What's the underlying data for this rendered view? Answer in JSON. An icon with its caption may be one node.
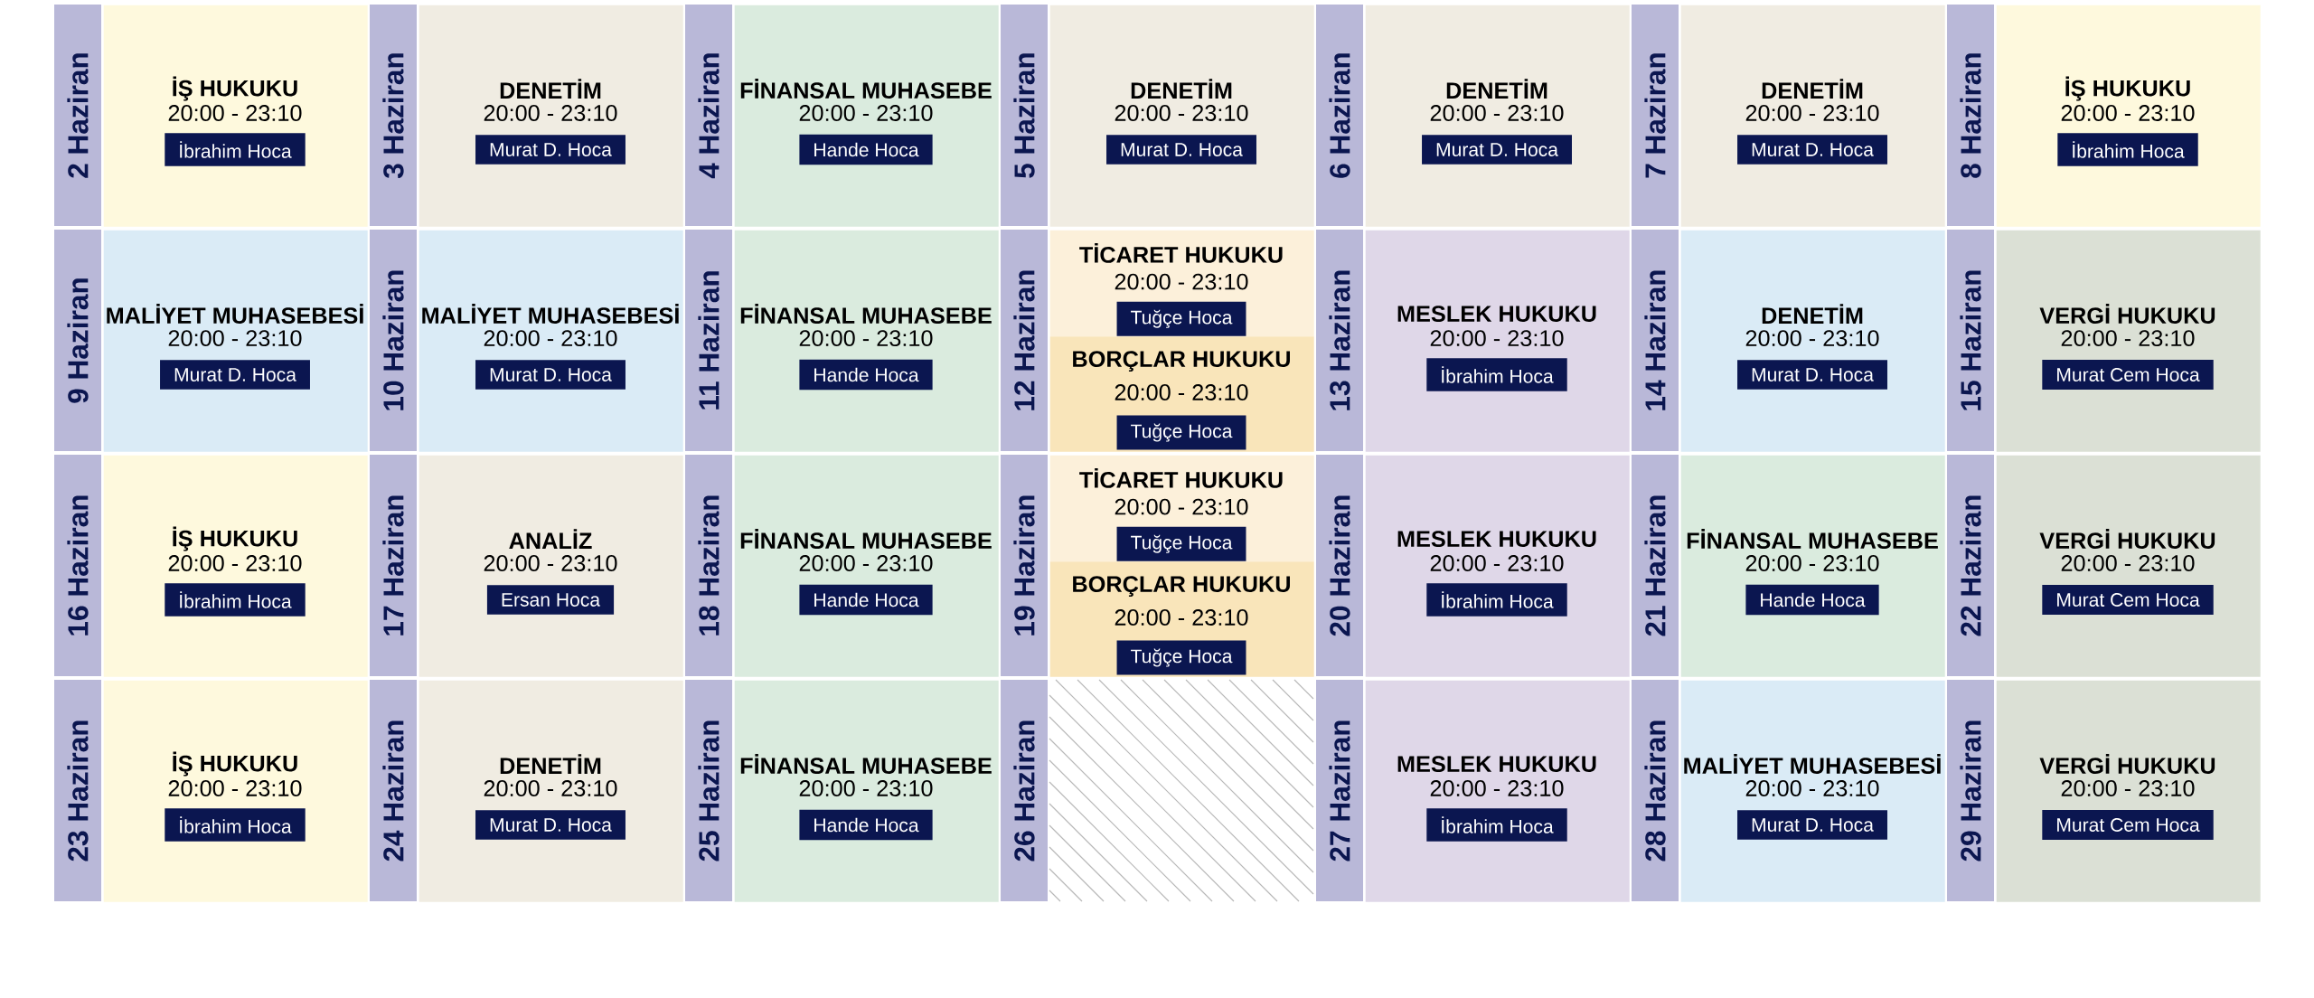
{
  "diagram": {
    "nodes": [
      {
        "text": [
          "2 Haziran"
        ]
      },
      {
        "text": [
          "İŞ HUKUKU",
          "20:00 - 23:10"
        ]
      },
      {
        "text": [
          "İbrahim Hoca"
        ],
        "in": 1
      },
      {
        "text": [
          "3 Haziran"
        ]
      },
      {
        "text": [
          "DENETİM",
          "20:00 - 23:10"
        ]
      },
      {
        "text": [
          "Murat D. Hoca"
        ],
        "in": 4
      },
      {
        "text": [
          "4 Haziran"
        ]
      },
      {
        "text": [
          "FİNANSAL MUHASEBE",
          "20:00 - 23:10"
        ]
      },
      {
        "text": [
          "Hande Hoca"
        ],
        "in": 7
      },
      {
        "text": [
          "5 Haziran"
        ]
      },
      {
        "text": [
          "DENETİM",
          "20:00 - 23:10"
        ]
      },
      {
        "text": [
          "Murat D. Hoca"
        ],
        "in": 10
      },
      {
        "text": [
          "6 Haziran"
        ]
      },
      {
        "text": [
          "DENETİM",
          "20:00 - 23:10"
        ]
      },
      {
        "text": [
          "Murat D. Hoca"
        ],
        "in": 13
      },
      {
        "text": [
          "7 Haziran"
        ]
      },
      {
        "text": [
          "DENETİM",
          "20:00 - 23:10"
        ]
      },
      {
        "text": [
          "Murat D. Hoca"
        ],
        "in": 16
      },
      {
        "text": [
          "8 Haziran"
        ]
      },
      {
        "text": [
          "İŞ HUKUKU",
          "20:00 - 23:10"
        ]
      },
      {
        "text": [
          "İbrahim Hoca"
        ],
        "in": 19
      },
      {
        "text": [
          "9 Haziran"
        ]
      },
      {
        "text": [
          "MALİYET MUHASEBESİ",
          "20:00 - 23:10"
        ]
      },
      {
        "text": [
          "Murat D. Hoca"
        ],
        "in": 22
      },
      {
        "text": [
          "10 Haziran"
        ]
      },
      {
        "text": [
          "MALİYET MUHASEBESİ",
          "20:00 - 23:10"
        ]
      },
      {
        "text": [
          "Murat D. Hoca"
        ],
        "in": 25
      },
      {
        "text": [
          "11 Haziran"
        ]
      },
      {
        "text": [
          "FİNANSAL MUHASEBE",
          "20:00 - 23:10"
        ]
      },
      {
        "text": [
          "Hande Hoca"
        ],
        "in": 28
      },
      {
        "text": [
          "12 Haziran"
        ]
      },
      {
        "text": [
          "TİCARET HUKUKU",
          "20:00 - 23:10"
        ]
      },
      {
        "text": [
          "Tuğçe Hoca"
        ],
        "in": 31
      },
      {
        "text": [
          "BORÇLAR HUKUKU",
          "20:00 - 23:10"
        ]
      },
      {
        "text": [
          "Tuğçe Hoca"
        ],
        "in": 33
      },
      {
        "text": [
          "13 Haziran"
        ]
      },
      {
        "text": [
          "MESLEK HUKUKU",
          "20:00 - 23:10"
        ]
      },
      {
        "text": [
          "İbrahim Hoca"
        ],
        "in": 36
      },
      {
        "text": [
          "14 Haziran"
        ]
      },
      {
        "text": [
          "DENETİM",
          "20:00 - 23:10"
        ]
      },
      {
        "text": [
          "Murat D. Hoca"
        ],
        "in": 39
      },
      {
        "text": [
          "15 Haziran"
        ]
      },
      {
        "text": [
          "VERGİ HUKUKU",
          "20:00 - 23:10"
        ]
      },
      {
        "text": [
          "Murat Cem Hoca"
        ],
        "in": 42
      },
      {
        "text": [
          "16 Haziran"
        ]
      },
      {
        "text": [
          "İŞ HUKUKU",
          "20:00 - 23:10"
        ]
      },
      {
        "text": [
          "İbrahim Hoca"
        ],
        "in": 45
      },
      {
        "text": [
          "17 Haziran"
        ]
      },
      {
        "text": [
          "ANALİZ",
          "20:00 - 23:10"
        ]
      },
      {
        "text": [
          "Ersan Hoca"
        ],
        "in": 48
      },
      {
        "text": [
          "18 Haziran"
        ]
      },
      {
        "text": [
          "FİNANSAL MUHASEBE",
          "20:00 - 23:10"
        ]
      },
      {
        "text": [
          "Hande Hoca"
        ],
        "in": 51
      },
      {
        "text": [
          "19 Haziran"
        ]
      },
      {
        "text": [
          "TİCARET HUKUKU",
          "20:00 - 23:10"
        ]
      },
      {
        "text": [
          "Tuğçe Hoca"
        ],
        "in": 54
      },
      {
        "text": [
          "BORÇLAR HUKUKU",
          "20:00 - 23:10"
        ]
      },
      {
        "text": [
          "Tuğçe Hoca"
        ],
        "in": 56
      },
      {
        "text": [
          "20 Haziran"
        ]
      },
      {
        "text": [
          "MESLEK HUKUKU",
          "20:00 - 23:10"
        ]
      },
      {
        "text": [
          "İbrahim Hoca"
        ],
        "in": 59
      },
      {
        "text": [
          "21 Haziran"
        ]
      },
      {
        "text": [
          "FİNANSAL MUHASEBE",
          "20:00 - 23:10"
        ]
      },
      {
        "text": [
          "Hande Hoca"
        ],
        "in": 62
      },
      {
        "text": [
          "22 Haziran"
        ]
      },
      {
        "text": [
          "VERGİ HUKUKU",
          "20:00 - 23:10"
        ]
      },
      {
        "text": [
          "Murat Cem Hoca"
        ],
        "in": 65
      },
      {
        "text": [
          "23 Haziran"
        ]
      },
      {
        "text": [
          "İŞ HUKUKU",
          "20:00 - 23:10"
        ]
      },
      {
        "text": [
          "İbrahim Hoca"
        ],
        "in": 68
      },
      {
        "text": [
          "24 Haziran"
        ]
      },
      {
        "text": [
          "DENETİM",
          "20:00 - 23:10"
        ]
      },
      {
        "text": [
          "Murat D. Hoca"
        ],
        "in": 71
      },
      {
        "text": [
          "25 Haziran"
        ]
      },
      {
        "text": [
          "FİNANSAL MUHASEBE",
          "20:00 - 23:10"
        ]
      },
      {
        "text": [
          "Hande Hoca"
        ],
        "in": 74
      },
      {
        "text": [
          "26 Haziran"
        ]
      },
      {
        "text": [],
        "shape": "box"
      },
      {
        "text": [
          "27 Haziran"
        ]
      },
      {
        "text": [
          "MESLEK HUKUKU",
          "20:00 - 23:10"
        ]
      },
      {
        "text": [
          "İbrahim Hoca"
        ],
        "in": 79
      },
      {
        "text": [
          "28 Haziran"
        ]
      },
      {
        "text": [
          "MALİYET MUHASEBESİ",
          "20:00 - 23:10"
        ]
      },
      {
        "text": [
          "Murat D. Hoca"
        ],
        "in": 82
      },
      {
        "text": [
          "29 Haziran"
        ]
      },
      {
        "text": [
          "VERGİ HUKUKU",
          "20:00 - 23:10"
        ]
      },
      {
        "text": [
          "Murat Cem Hoca"
        ],
        "in": 85
      }
    ]
  }
}
